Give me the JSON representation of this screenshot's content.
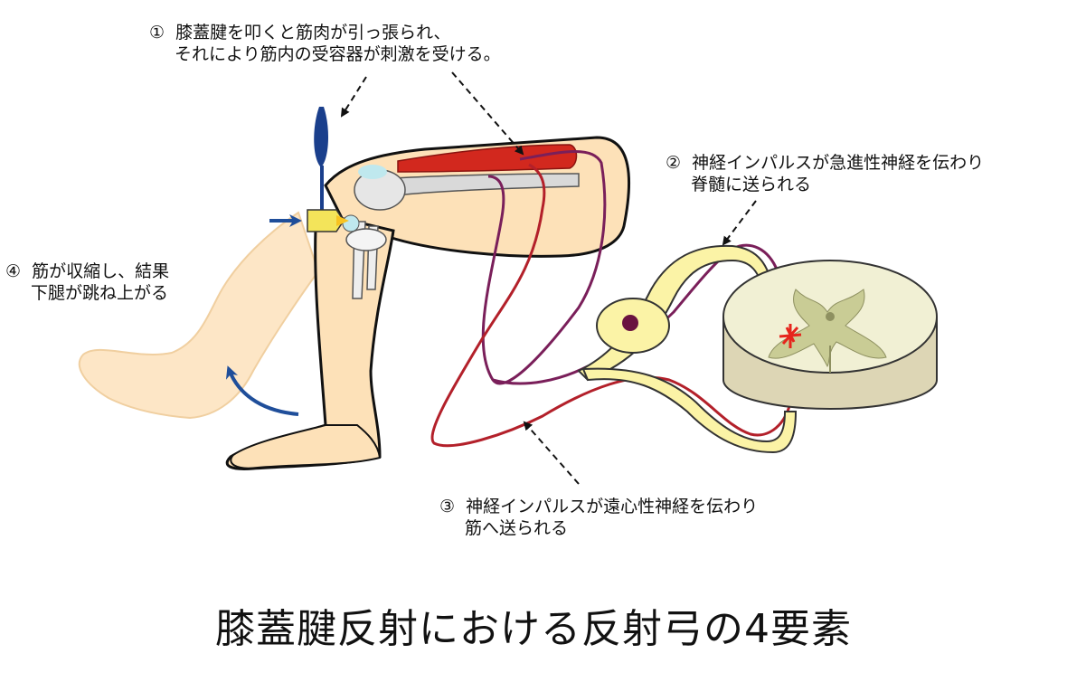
{
  "title": "膝蓋腱反射における反射弓の4要素",
  "steps": {
    "step1": {
      "marker": "①",
      "lines": [
        "膝蓋腱を叩くと筋肉が引っ張られ、",
        "それにより筋内の受容器が刺激を受ける。"
      ]
    },
    "step2": {
      "marker": "②",
      "lines": [
        "神経インパルスが急進性神経を伝わり",
        "脊髄に送られる"
      ]
    },
    "step3": {
      "marker": "③",
      "lines": [
        "神経インパルスが遠心性神経を伝わり",
        "筋へ送られる"
      ]
    },
    "step4": {
      "marker": "④",
      "lines": [
        "筋が収縮し、結果",
        "下腿が跳ね上がる"
      ]
    }
  },
  "colors": {
    "skin": "#fde1b8",
    "muscle": "#d2281e",
    "afferent": "#7a1f5a",
    "efferent": "#b3202a",
    "arrow_blue": "#1f4e9a",
    "nerve_root": "#fbf3a6",
    "grey_matter": "#c9cc95",
    "white_matter": "#f1f0d4",
    "hammer": "#1a3f8c"
  },
  "icons": [
    "reflex-hammer-icon",
    "motion-arrow-icon"
  ]
}
